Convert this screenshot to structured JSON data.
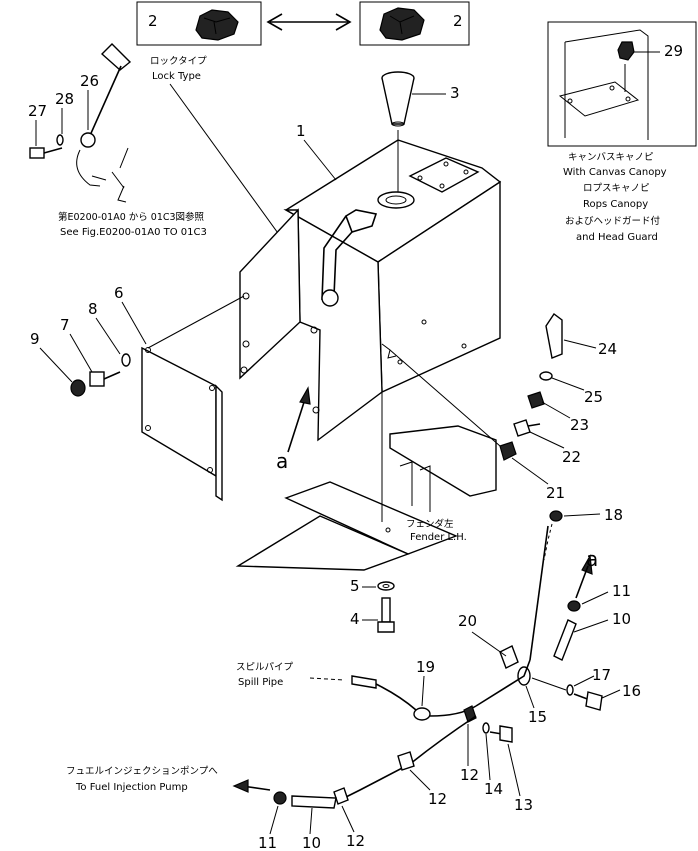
{
  "callouts": {
    "n1": "1",
    "n2a": "2",
    "n2b": "2",
    "n3": "3",
    "n4": "4",
    "n5": "5",
    "n6": "6",
    "n7": "7",
    "n8": "8",
    "n9": "9",
    "n10a": "10",
    "n10b": "10",
    "n11a": "11",
    "n11b": "11",
    "n12a": "12",
    "n12b": "12",
    "n12c": "12",
    "n13": "13",
    "n14": "14",
    "n15": "15",
    "n16": "16",
    "n17": "17",
    "n18": "18",
    "n19": "19",
    "n20": "20",
    "n21": "21",
    "n22": "22",
    "n23": "23",
    "n24": "24",
    "n25": "25",
    "n26": "26",
    "n27": "27",
    "n28": "28",
    "n29": "29"
  },
  "labels": {
    "lock_jp": "ロックタイプ",
    "lock_en": "Lock Type",
    "ref_jp": "第E0200-01A0 から 01C3図参照",
    "ref_en": "See Fig.E0200-01A0 TO 01C3",
    "canvas_jp": "キャンバスキャノピ",
    "canvas_en": "With Canvas Canopy",
    "rops_jp": "ロプスキャノピ",
    "rops_en": "Rops Canopy",
    "headguard_jp": "およびヘッドガード付",
    "headguard_en": "and Head Guard",
    "fender_jp": "フェンダ左",
    "fender_en": "Fender L.H.",
    "spill_jp": "スピルパイプ",
    "spill_en": "Spill Pipe",
    "fip_jp": "フュエルインジェクションポンプへ",
    "fip_en": "To Fuel Injection Pump",
    "a_top": "a",
    "a_left": "a"
  }
}
